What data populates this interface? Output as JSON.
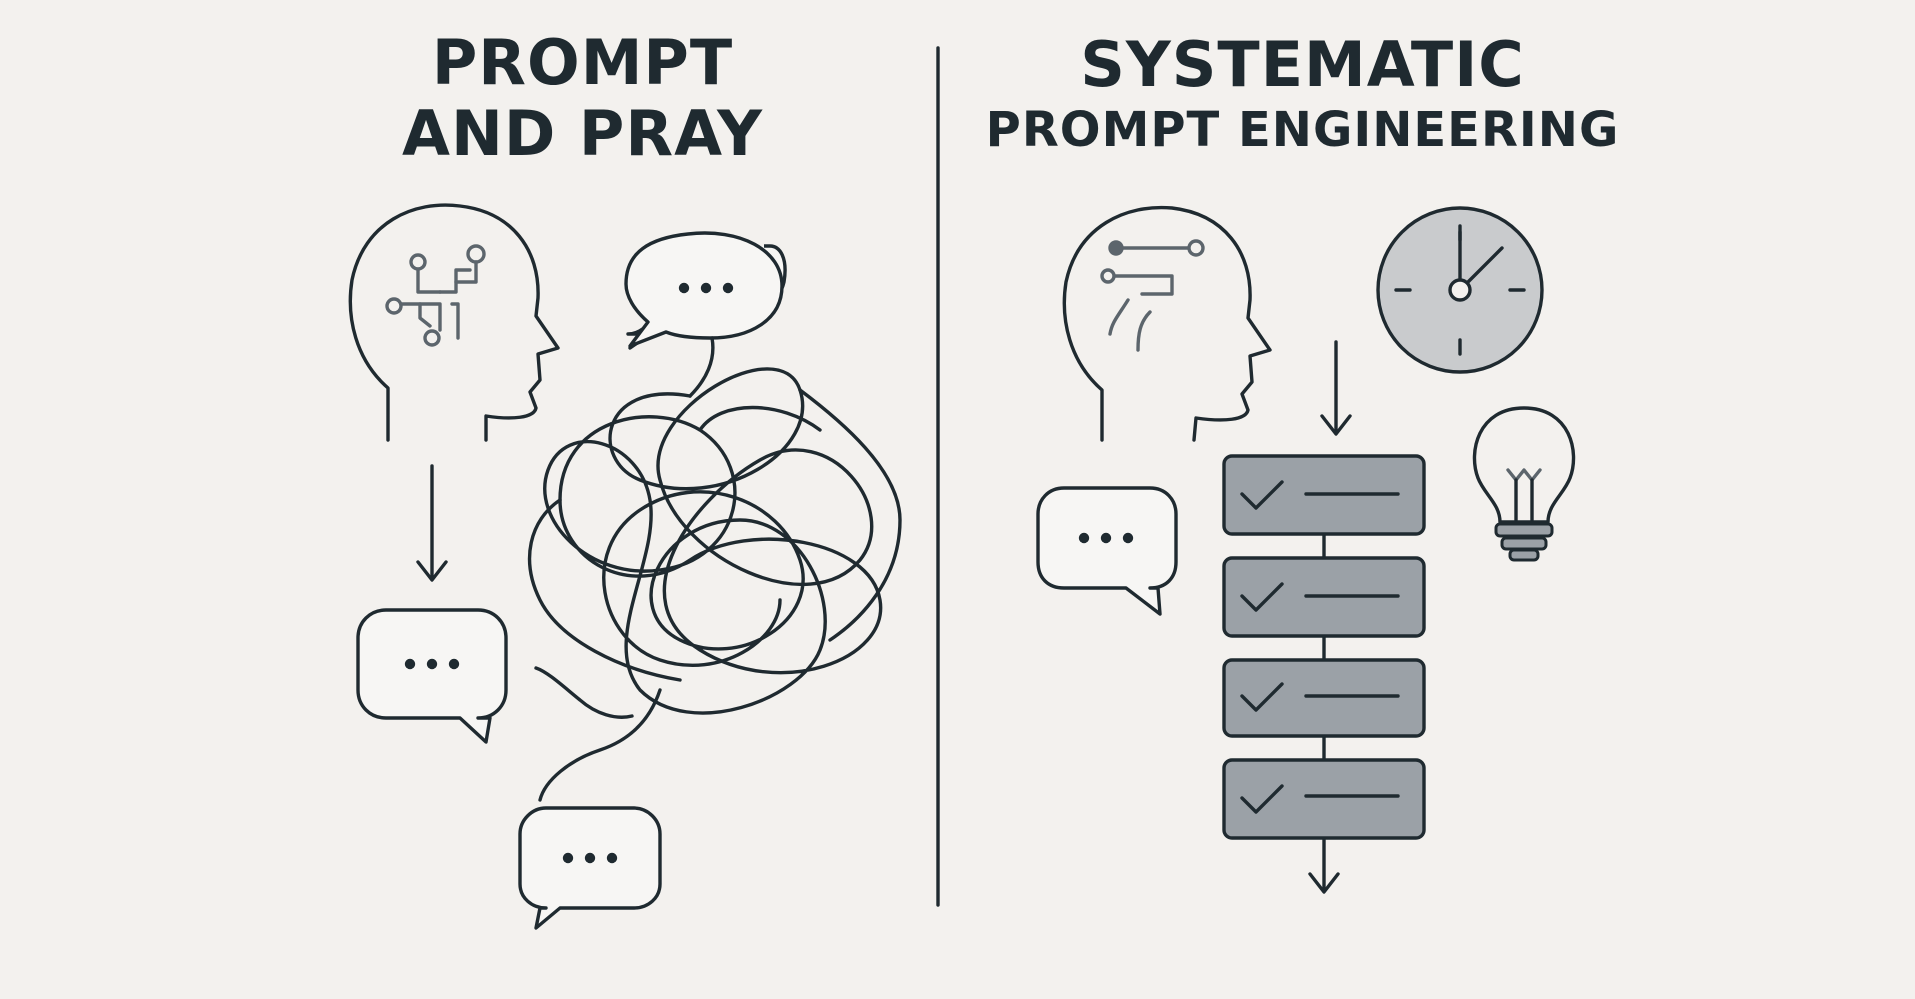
{
  "left_panel": {
    "title_lines": [
      "PROMPT",
      "AND PRAY"
    ]
  },
  "right_panel": {
    "title_line1": "SYSTEMATIC",
    "title_line2": "PROMPT ENGINEERING"
  },
  "icons": {
    "left": [
      "head-with-circuit-icon",
      "speech-bubble-icon",
      "tangled-lines-icon",
      "down-arrow-icon"
    ],
    "right": [
      "head-with-circuit-icon",
      "clock-icon",
      "light-bulb-icon",
      "speech-bubble-icon",
      "checklist-step-icon",
      "down-arrow-icon"
    ]
  },
  "colors": {
    "background": "#f3f1ee",
    "ink": "#1f2a30",
    "step_fill": "#9ba1a7",
    "clock_fill": "#c9cbcd"
  }
}
